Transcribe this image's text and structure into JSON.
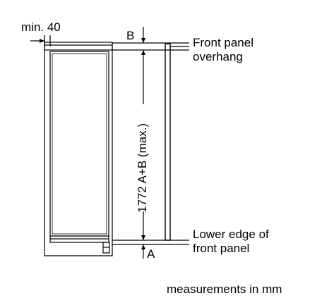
{
  "labels": {
    "min_gap": "min. 40",
    "dim_b": "B",
    "dim_a": "A",
    "front_panel_overhang": [
      "Front panel",
      "overhang"
    ],
    "lower_edge": [
      "Lower edge of",
      "front panel"
    ],
    "height_dimension": "1772 A+B (max.)",
    "units_note": "measurements in mm"
  },
  "colors": {
    "line": "#000000",
    "background": "#ffffff"
  }
}
